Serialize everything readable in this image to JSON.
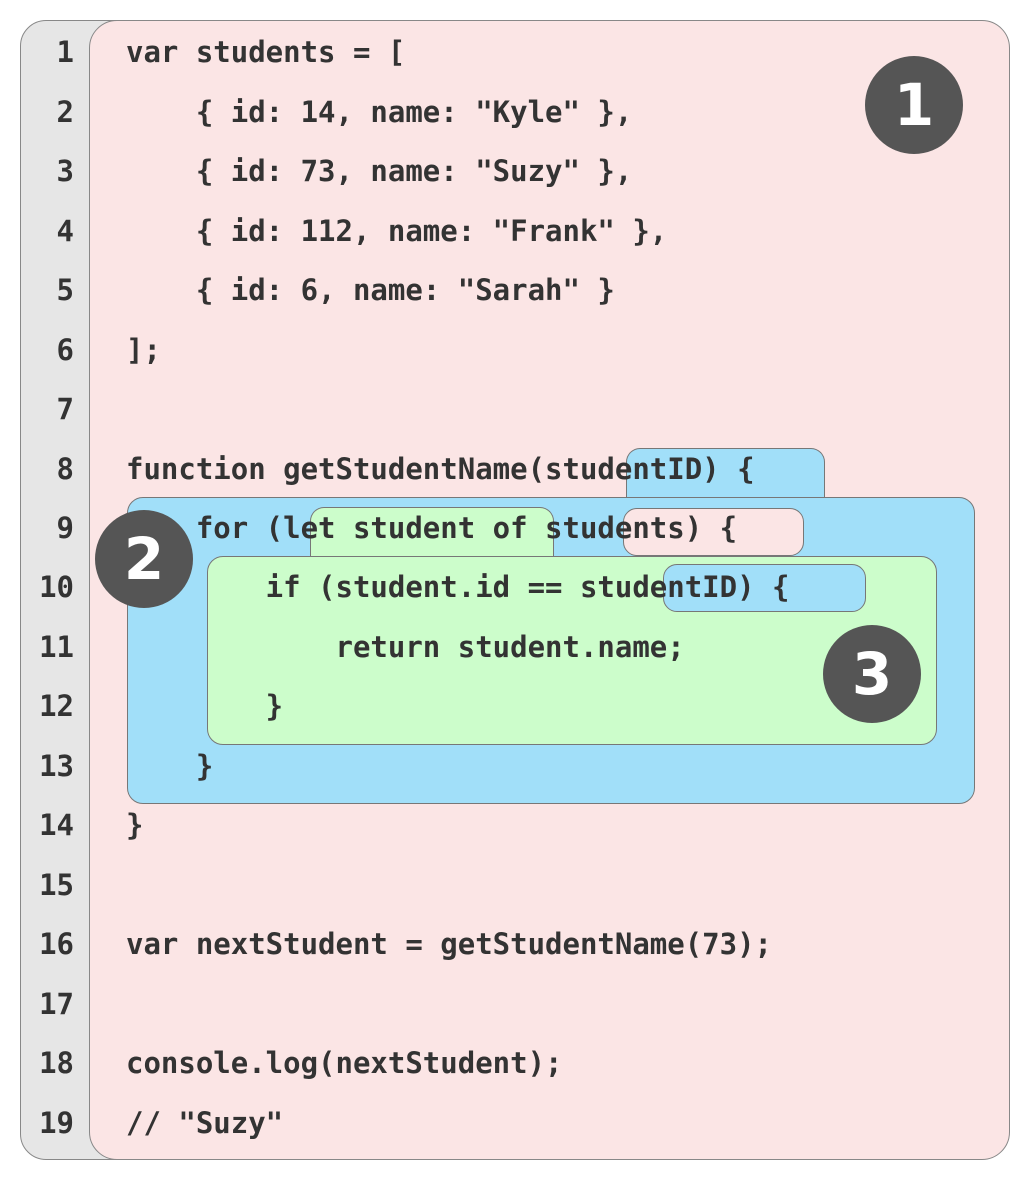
{
  "line_numbers": [
    "1",
    "2",
    "3",
    "4",
    "5",
    "6",
    "7",
    "8",
    "9",
    "10",
    "11",
    "12",
    "13",
    "14",
    "15",
    "16",
    "17",
    "18",
    "19"
  ],
  "code_lines": [
    "var students = [",
    "    { id: 14, name: \"Kyle\" },",
    "    { id: 73, name: \"Suzy\" },",
    "    { id: 112, name: \"Frank\" },",
    "    { id: 6, name: \"Sarah\" }",
    "];",
    "",
    "function getStudentName(studentID) {",
    "    for (let student of students) {",
    "        if (student.id == studentID) {",
    "            return student.name;",
    "        }",
    "    }",
    "}",
    "",
    "var nextStudent = getStudentName(73);",
    "",
    "console.log(nextStudent);",
    "// \"Suzy\""
  ],
  "badges": {
    "global_scope": "1",
    "function_scope": "2",
    "loop_scope": "3"
  },
  "colors": {
    "global_scope": "#fbe5e5",
    "function_scope": "#a1dff9",
    "loop_scope": "#ccfdcb",
    "badge": "#555555",
    "gutter": "#e6e6e6"
  }
}
